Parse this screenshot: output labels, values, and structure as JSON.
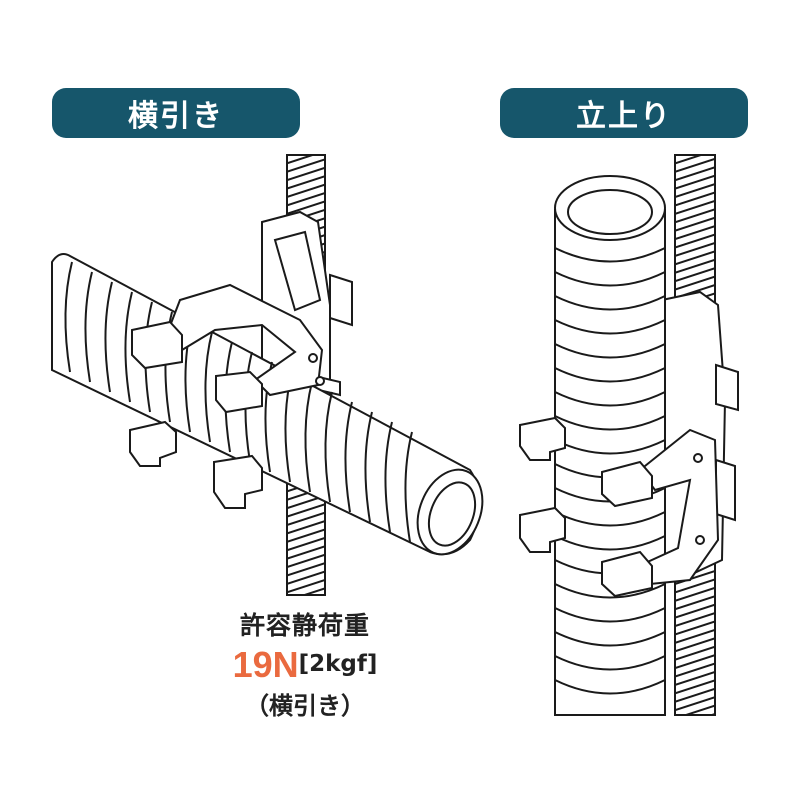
{
  "labels": {
    "horizontal": "横引き",
    "vertical": "立上り"
  },
  "load": {
    "title": "許容静荷重",
    "value": "19N",
    "kgf": "[2kgf]",
    "note": "（横引き）"
  },
  "colors": {
    "tag_background": "#16566b",
    "value_accent": "#ea6a3f",
    "line": "#1a1a1a"
  }
}
